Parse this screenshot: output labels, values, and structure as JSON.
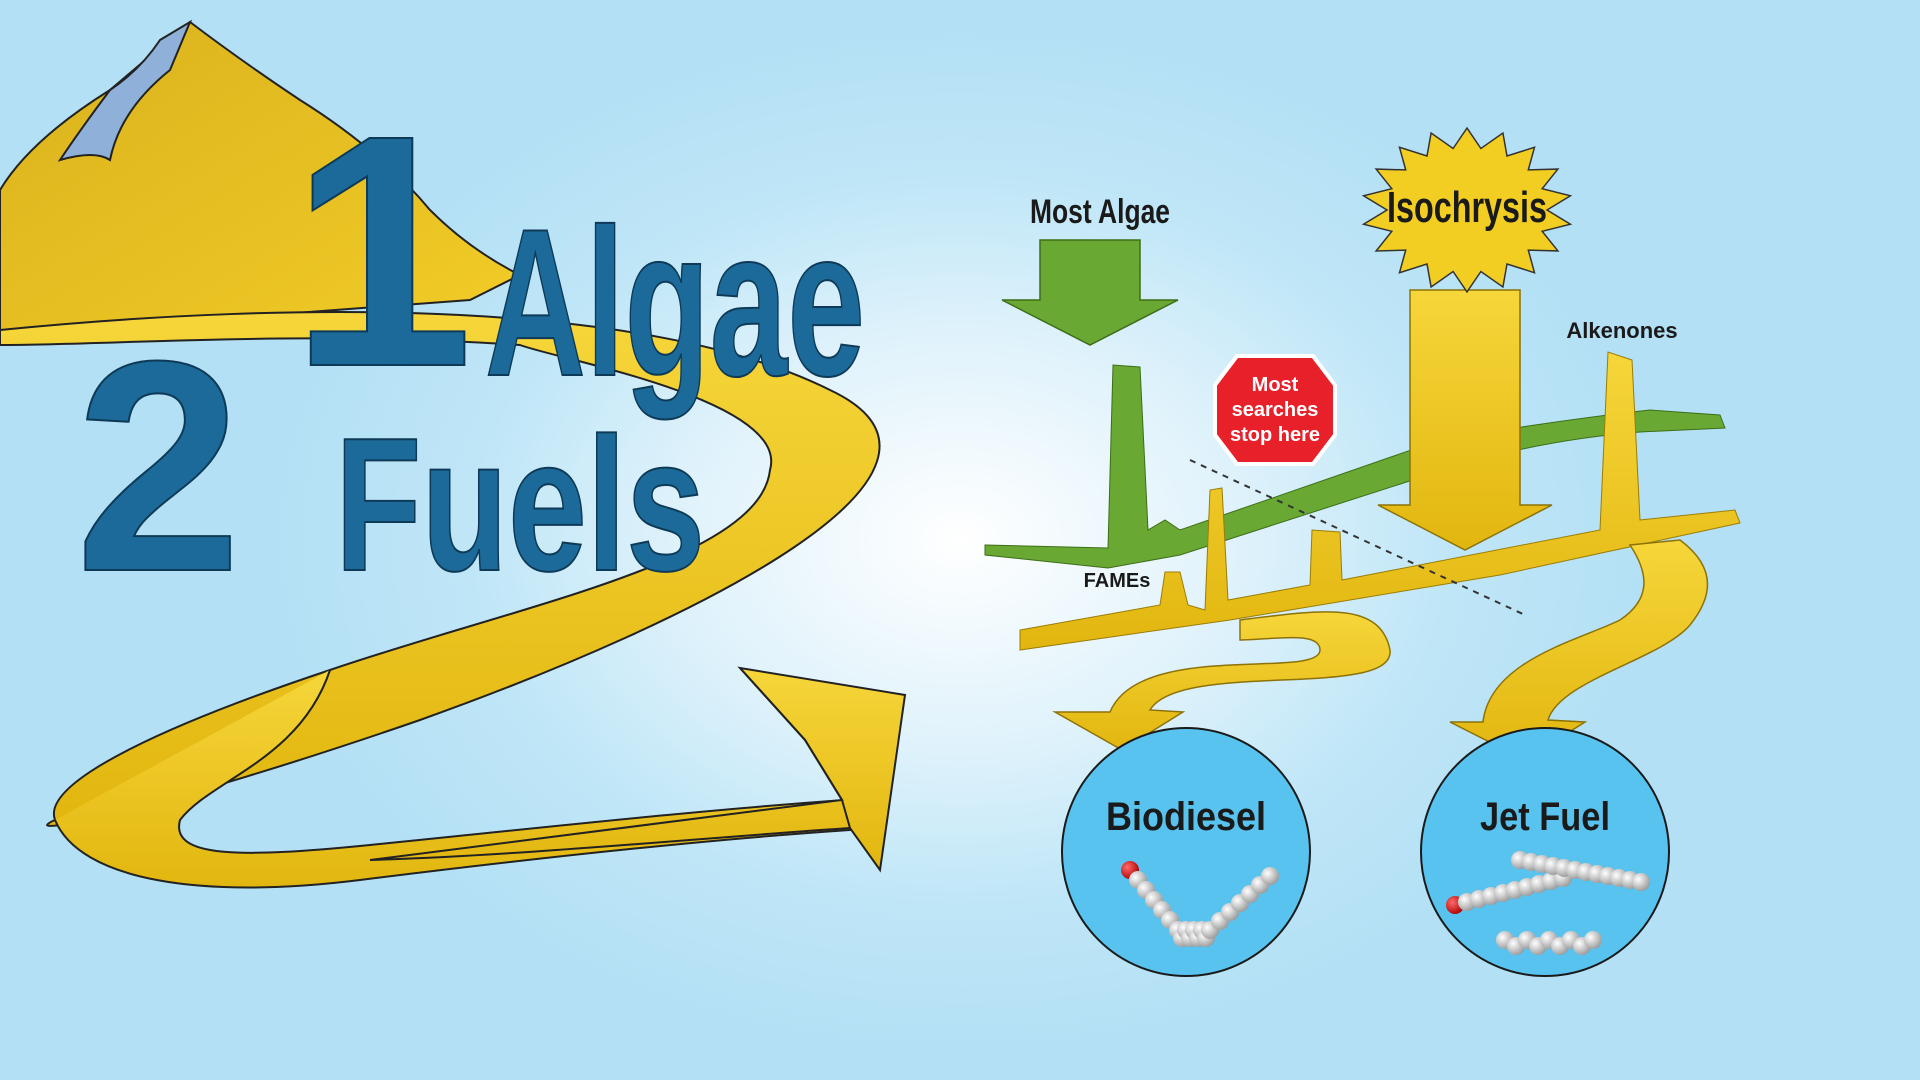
{
  "title": {
    "number_one": "1",
    "number_two": "2",
    "word_algae": "Algae",
    "word_fuels": "Fuels"
  },
  "diagram": {
    "most_algae_label": "Most Algae",
    "isochrysis_label": "Isochrysis",
    "stop_sign_lines": [
      "Most",
      "searches",
      "stop here"
    ],
    "alkenones_label": "Alkenones",
    "fames_label": "FAMEs",
    "biodiesel_label": "Biodiesel",
    "jet_fuel_label": "Jet Fuel"
  },
  "colors": {
    "title_blue": "#1b6a99",
    "ribbon_yellow": "#f0c81c",
    "algae_green": "#6aa834",
    "circle_blue": "#59c3ef",
    "stop_red": "#e8202a"
  }
}
